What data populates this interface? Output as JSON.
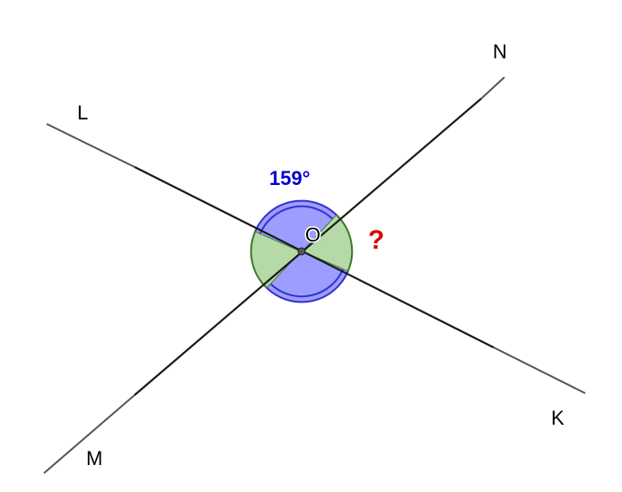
{
  "points": {
    "L": "L",
    "N": "N",
    "M": "M",
    "K": "K",
    "O": "O"
  },
  "angle_label": "159°",
  "unknown_label": "?",
  "colors": {
    "line": "#1a1a1a",
    "line_end": "#555555",
    "blue_fill": "#9d9dff",
    "blue_stroke": "#3333cc",
    "green_fill": "#b6d9a8",
    "green_stroke": "#3a7a2a",
    "angle_text": "#0000cc",
    "question_text": "#dd0000"
  }
}
